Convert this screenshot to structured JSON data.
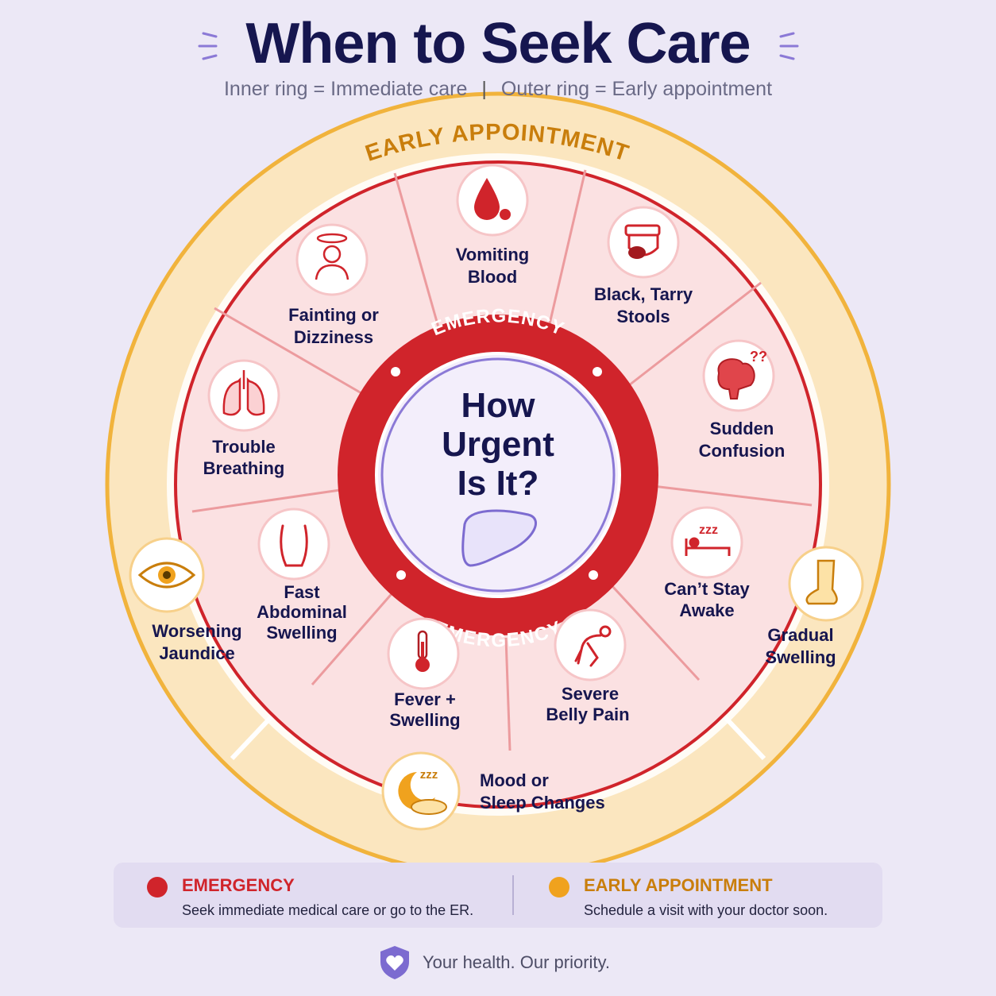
{
  "header": {
    "title": "When to Seek Care",
    "subtitle_inner": "Inner ring = Immediate care",
    "subtitle_divider": "|",
    "subtitle_outer": "Outer ring = Early appointment"
  },
  "wheel": {
    "outer_ring_label": "EARLY APPOINTMENT",
    "emergency_label_top": "EMERGENCY",
    "emergency_label_bottom": "EMERGENCY",
    "center_line1": "How",
    "center_line2": "Urgent",
    "center_line3": "Is It?",
    "center_icon": "liver-icon",
    "emergency_items": [
      {
        "line1": "Vomiting",
        "line2": "Blood",
        "icon": "blood-drop-icon"
      },
      {
        "line1": "Black, Tarry",
        "line2": "Stools",
        "icon": "toilet-icon"
      },
      {
        "line1": "Sudden",
        "line2": "Confusion",
        "icon": "brain-question-icon"
      },
      {
        "line1": "Can’t Stay",
        "line2": "Awake",
        "icon": "sleeping-bed-icon"
      },
      {
        "line1": "Severe",
        "line2": "Belly Pain",
        "icon": "person-belly-pain-icon"
      },
      {
        "line1": "Fever +",
        "line2": "Swelling",
        "icon": "thermometer-icon"
      },
      {
        "line1": "Fast",
        "line2": "Abdominal",
        "line3": "Swelling",
        "icon": "abdomen-icon"
      },
      {
        "line1": "Trouble",
        "line2": "Breathing",
        "icon": "lungs-icon"
      },
      {
        "line1": "Fainting or",
        "line2": "Dizziness",
        "icon": "dizzy-person-icon"
      }
    ],
    "early_items": [
      {
        "line1": "Worsening",
        "line2": "Jaundice",
        "icon": "yellow-eye-icon"
      },
      {
        "line1": "Gradual",
        "line2": "Swelling",
        "icon": "swollen-leg-icon"
      },
      {
        "line1": "Mood or",
        "line2": "Sleep Changes",
        "icon": "moon-cloud-icon"
      }
    ]
  },
  "legend": {
    "emergency_title": "EMERGENCY",
    "emergency_desc": "Seek immediate medical care or go to the ER.",
    "early_title": "EARLY APPOINTMENT",
    "early_desc": "Schedule a visit with your doctor soon."
  },
  "footer": {
    "text": "Your health. Our priority.",
    "icon": "shield-heart-icon"
  },
  "colors": {
    "emergency": "#d0242b",
    "early": "#f0a21e",
    "early_text": "#c97e0c",
    "navy": "#16164f",
    "lavender": "#7c6bd0"
  }
}
